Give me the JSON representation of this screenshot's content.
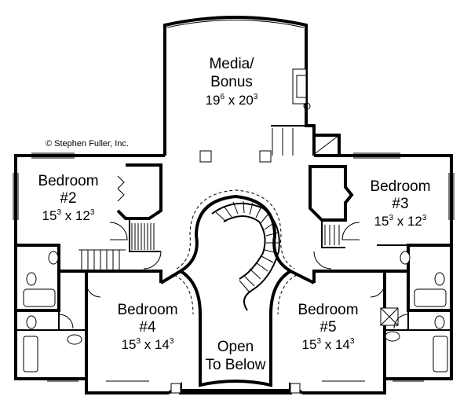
{
  "copyright": "© Stephen Fuller, Inc.",
  "rooms": {
    "media": {
      "name_line1": "Media/",
      "name_line2": "Bonus",
      "dim_a": "19",
      "dim_a_sup": "6",
      "dim_sep": " x ",
      "dim_b": "20",
      "dim_b_sup": "3"
    },
    "bedroom2": {
      "name_line1": "Bedroom",
      "name_line2": "#2",
      "dim_a": "15",
      "dim_a_sup": "3",
      "dim_sep": " x ",
      "dim_b": "12",
      "dim_b_sup": "3"
    },
    "bedroom3": {
      "name_line1": "Bedroom",
      "name_line2": "#3",
      "dim_a": "15",
      "dim_a_sup": "3",
      "dim_sep": " x ",
      "dim_b": "12",
      "dim_b_sup": "3"
    },
    "bedroom4": {
      "name_line1": "Bedroom",
      "name_line2": "#4",
      "dim_a": "15",
      "dim_a_sup": "3",
      "dim_sep": " x ",
      "dim_b": "14",
      "dim_b_sup": "3"
    },
    "bedroom5": {
      "name_line1": "Bedroom",
      "name_line2": "#5",
      "dim_a": "15",
      "dim_a_sup": "3",
      "dim_sep": " x ",
      "dim_b": "14",
      "dim_b_sup": "3"
    },
    "open": {
      "line1": "Open",
      "line2": "To Below"
    }
  }
}
